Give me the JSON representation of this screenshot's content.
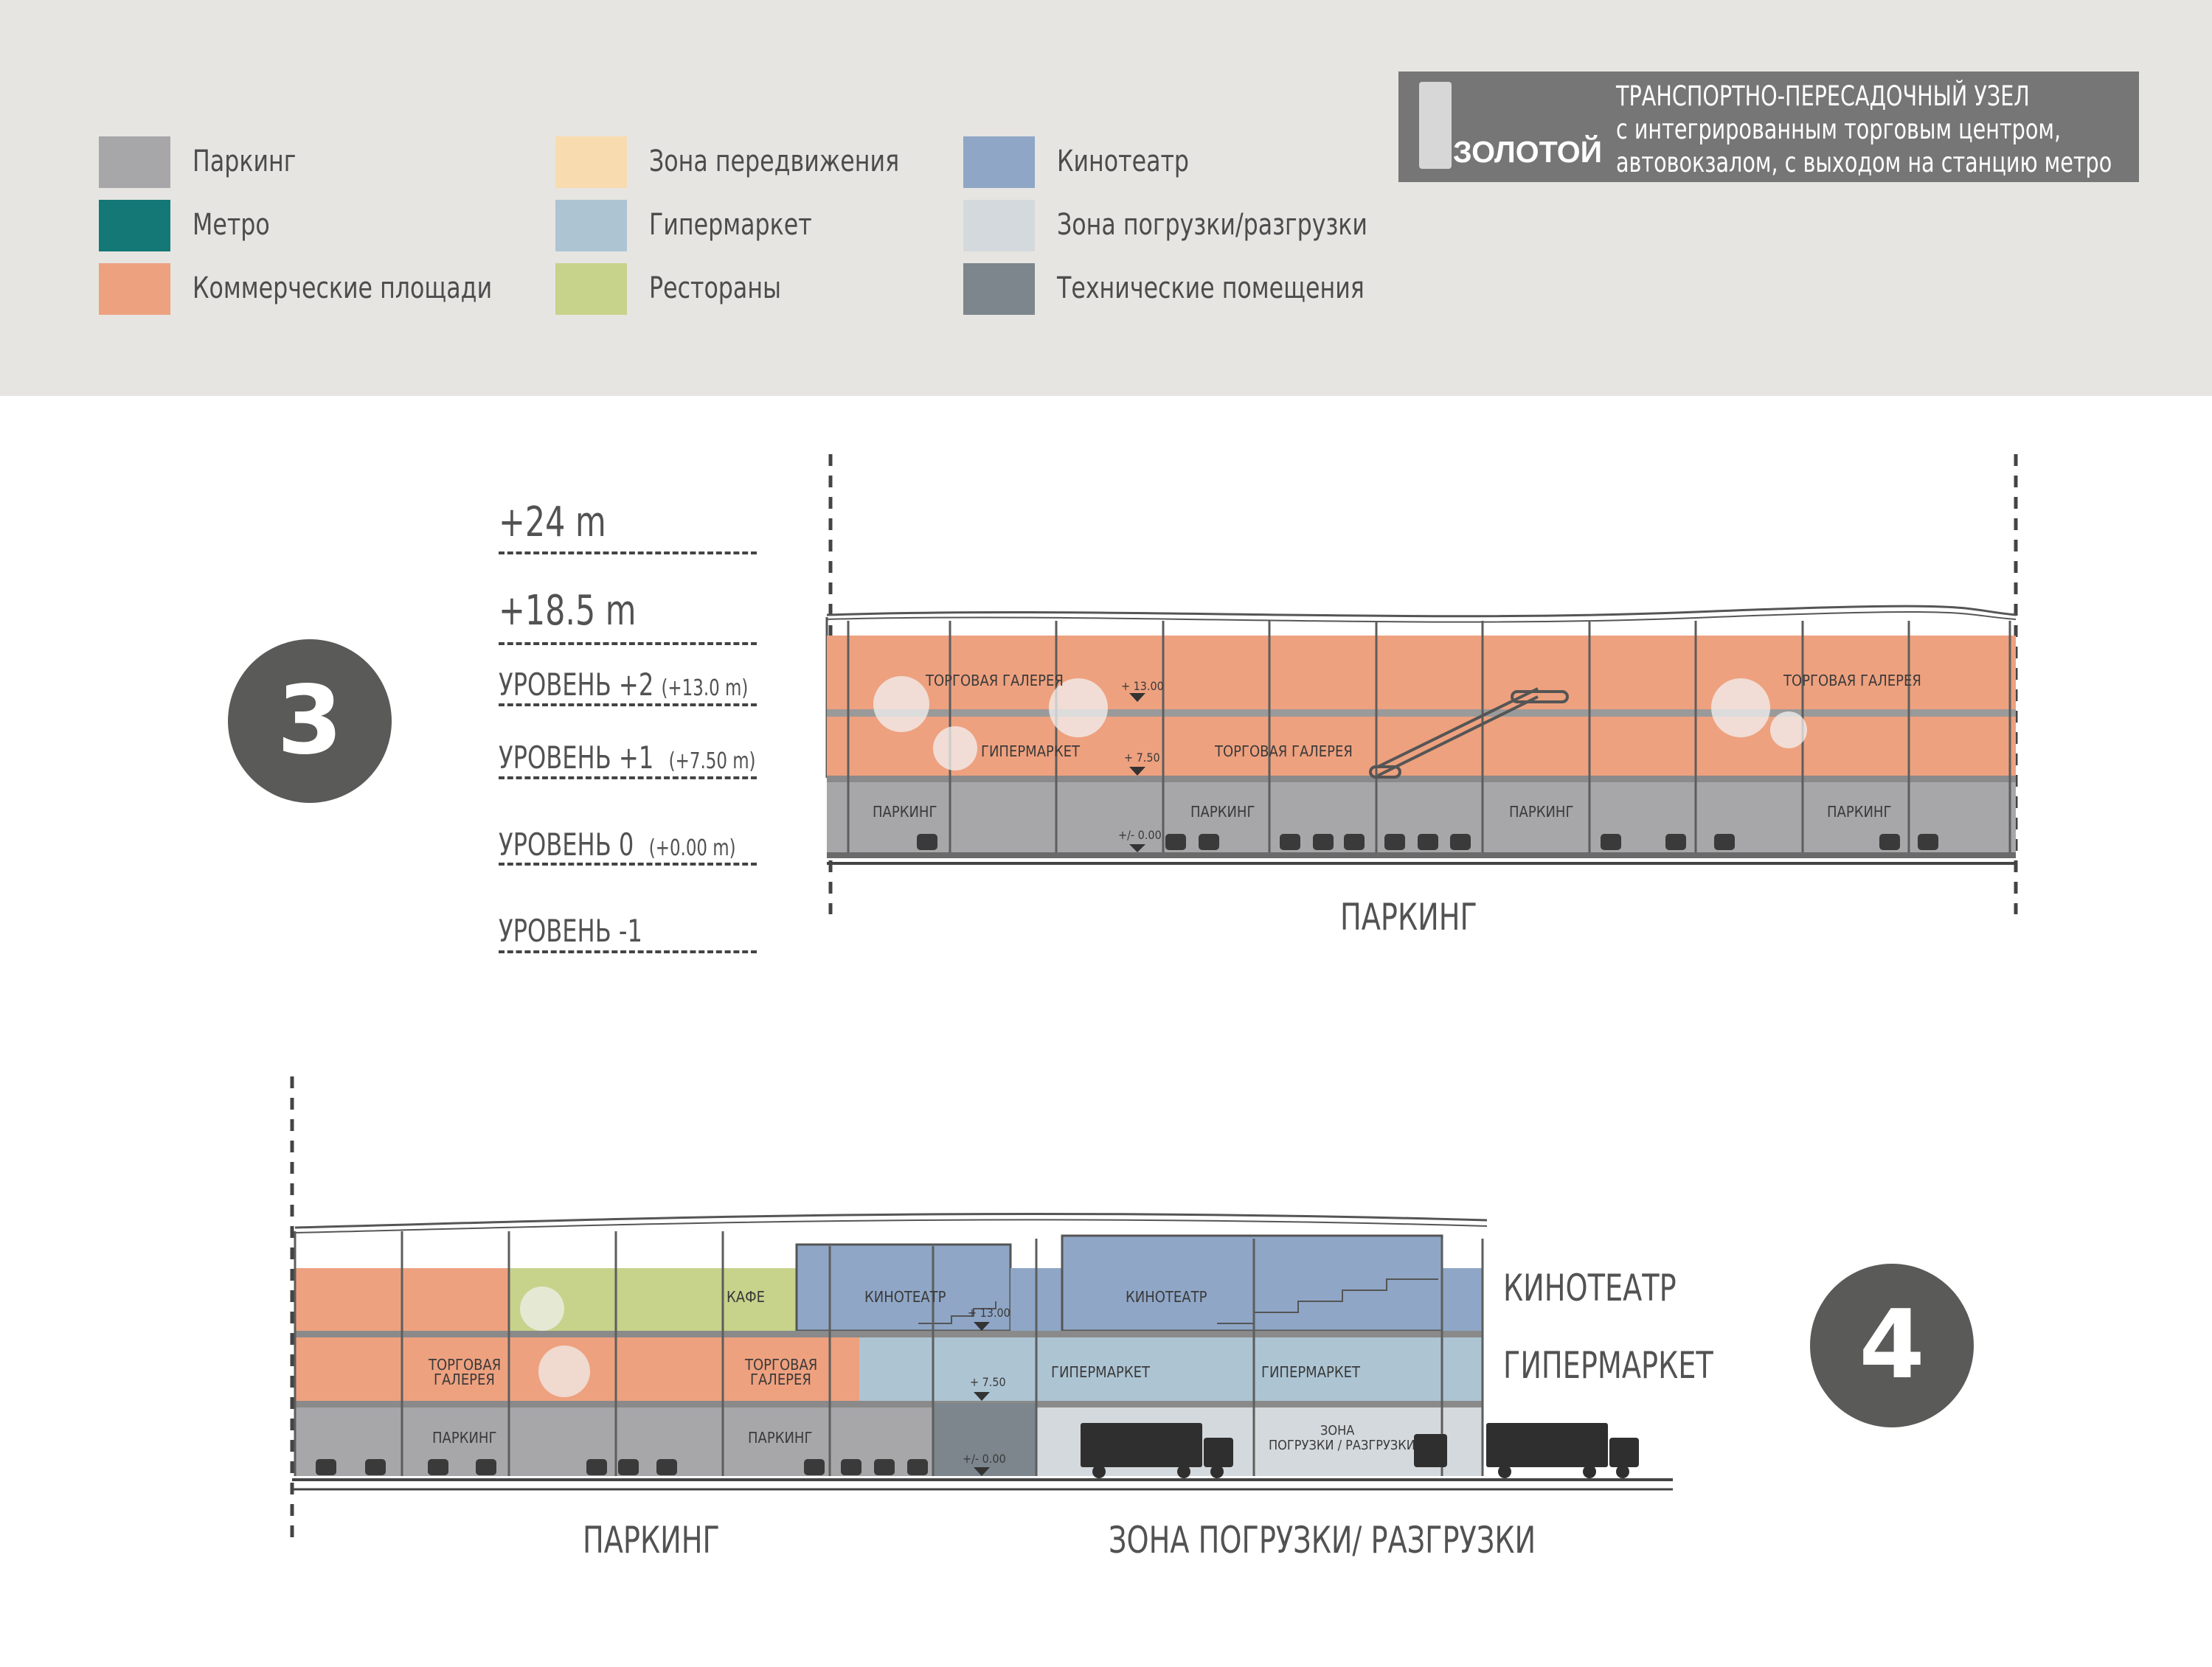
{
  "legend": {
    "items": [
      {
        "label": "Паркинг",
        "color": "#a7a6a9"
      },
      {
        "label": "Метро",
        "color": "#137876"
      },
      {
        "label": "Коммерческие площади",
        "color": "#eea17f"
      },
      {
        "label": "Зона передвижения",
        "color": "#f8dcb0"
      },
      {
        "label": "Гипермаркет",
        "color": "#adc4d3"
      },
      {
        "label": "Рестораны",
        "color": "#c7d28b"
      },
      {
        "label": "Кинотеатр",
        "color": "#8fa6c6"
      },
      {
        "label": "Зона погрузки/разгрузки",
        "color": "#d4d9dd"
      },
      {
        "label": "Технические помещения",
        "color": "#7d868d"
      }
    ]
  },
  "header": {
    "logo_text": "ЗОЛОТОЙ",
    "title_lines": [
      "ТРАНСПОРТНО-ПЕРЕСАДОЧНЫЙ УЗЕЛ",
      "с интегрированным торговым центром,",
      "автовокзалом, с выходом на станцию метро"
    ]
  },
  "levels": [
    {
      "label": "+24 m",
      "sub": ""
    },
    {
      "label": "+18.5 m",
      "sub": ""
    },
    {
      "label": "УРОВЕНЬ +2",
      "sub": "(+13.0 m)"
    },
    {
      "label": "УРОВЕНЬ +1",
      "sub": "(+7.50 m)"
    },
    {
      "label": "УРОВЕНЬ 0",
      "sub": "(+0.00 m)"
    },
    {
      "label": "УРОВЕНЬ -1",
      "sub": ""
    }
  ],
  "section3": {
    "badge": "3",
    "bottom_label": "ПАРКИНГ",
    "labels": {
      "gallery_left": "ТОРГОВАЯ ГАЛЕРЕЯ",
      "gallery_right": "ТОРГОВАЯ ГАЛЕРЕЯ",
      "gallery_mid": "ТОРГОВАЯ ГАЛЕРЕЯ",
      "hypermarket": "ГИПЕРМАРКЕТ",
      "mark_13": "+ 13.00",
      "mark_750": "+ 7.50",
      "mark_000": "+/- 0.00",
      "parking": [
        "ПАРКИНГ",
        "ПАРКИНГ",
        "ПАРКИНГ",
        "ПАРКИНГ"
      ]
    }
  },
  "section4": {
    "badge": "4",
    "right_labels": [
      "КИНОТЕАТР",
      "ГИПЕРМАРКЕТ"
    ],
    "bottom_labels": [
      "ПАРКИНГ",
      "ЗОНА ПОГРУЗКИ/ РАЗГРУЗКИ"
    ],
    "labels": {
      "cafe": "КАФЕ",
      "cinema_left": "КИНОТЕАТР",
      "cinema_right": "КИНОТЕАТР",
      "mark_13": "+ 13.00",
      "gallery_left": [
        "ТОРГОВАЯ",
        "ГАЛЕРЕЯ"
      ],
      "gallery_right": [
        "ТОРГОВАЯ",
        "ГАЛЕРЕЯ"
      ],
      "mark_750": "+ 7.50",
      "hypermarket_left": "ГИПЕРМАРКЕТ",
      "hypermarket_right": "ГИПЕРМАРКЕТ",
      "parking_left": "ПАРКИНГ",
      "parking_right": "ПАРКИНГ",
      "mark_000": "+/- 0.00",
      "loading_zone": [
        "ЗОНА",
        "ПОГРУЗКИ / РАЗГРУЗКИ"
      ]
    }
  }
}
